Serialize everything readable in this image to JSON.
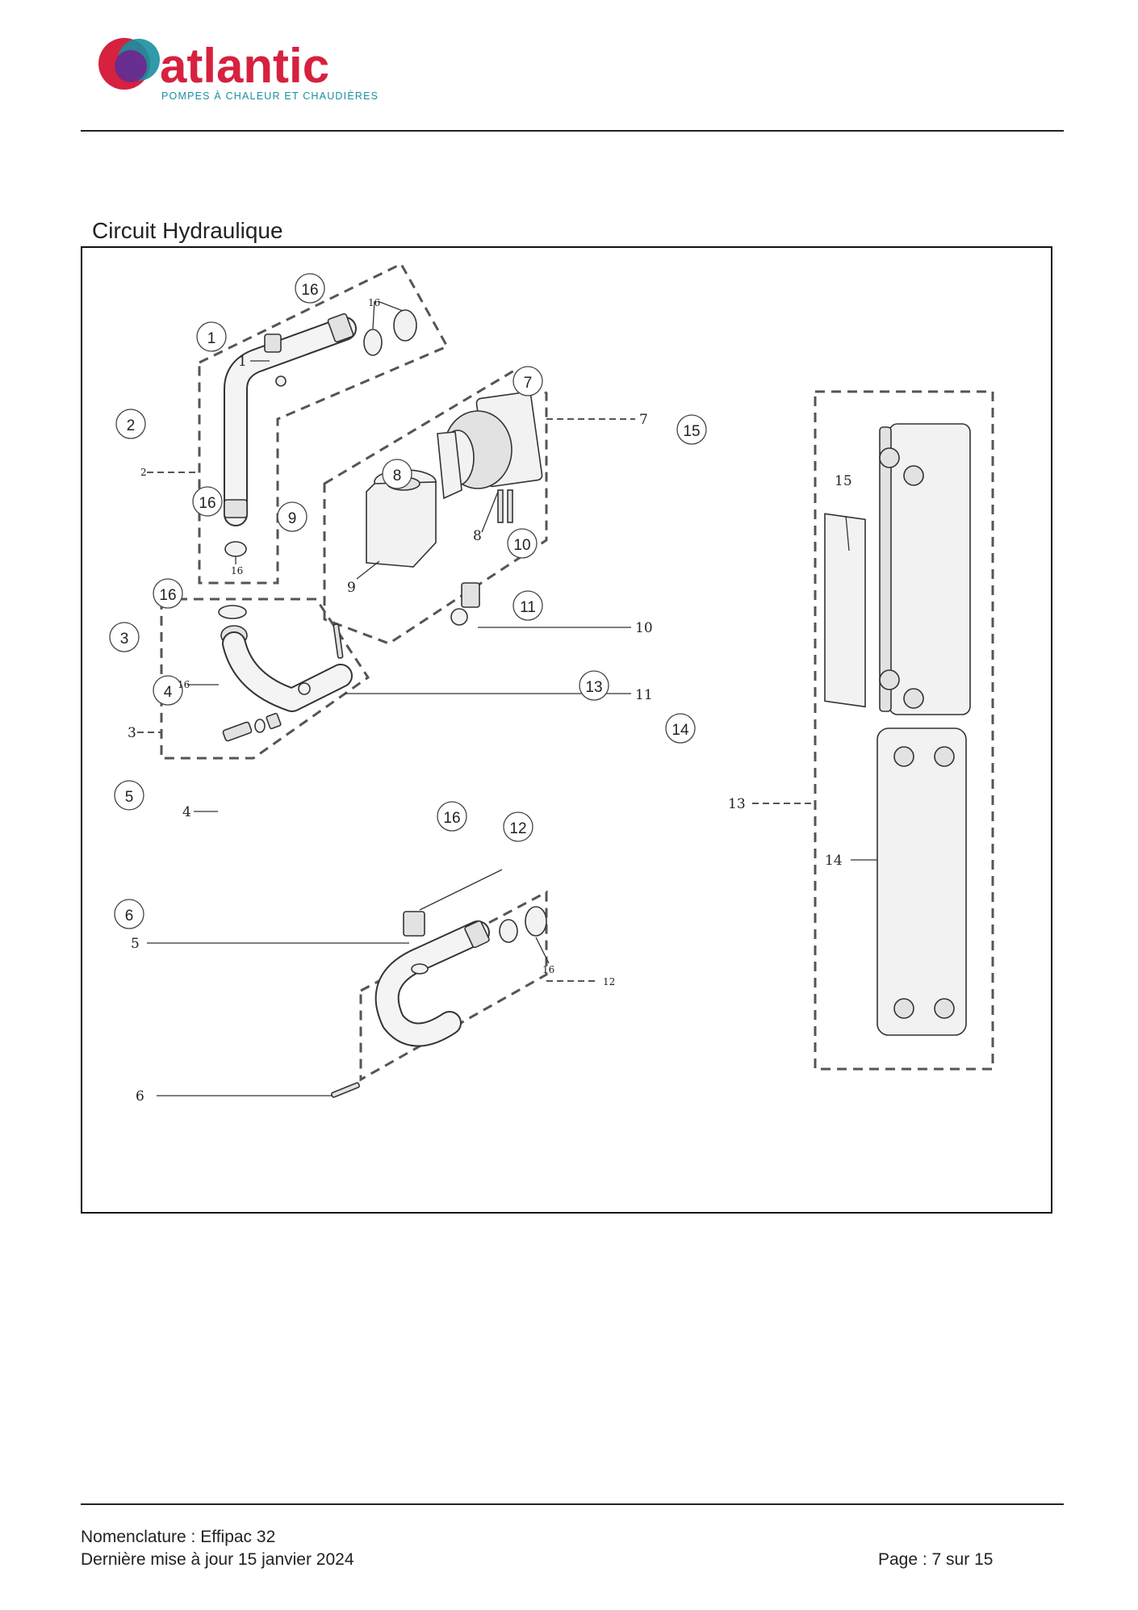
{
  "brand": {
    "name": "atlantic",
    "tagline": "POMPES À CHALEUR ET CHAUDIÈRES",
    "colors": {
      "red": "#d6213f",
      "teal": "#1a8fa0",
      "purple": "#6b2a8f",
      "blue": "#2c7fc2"
    }
  },
  "section": {
    "title": "Circuit Hydraulique"
  },
  "diagram": {
    "callouts": [
      "16",
      "1",
      "2",
      "16",
      "9",
      "16",
      "3",
      "4",
      "5",
      "7",
      "15",
      "8",
      "10",
      "11",
      "13",
      "14",
      "16",
      "12",
      "6"
    ],
    "part_labels": [
      "16",
      "1",
      "2",
      "16",
      "7",
      "8",
      "9",
      "10",
      "11",
      "16",
      "3",
      "4",
      "15",
      "13",
      "14",
      "5",
      "16",
      "12",
      "6"
    ]
  },
  "footer": {
    "nomenclature": "Nomenclature : Effipac 32",
    "updated": "Dernière mise à jour 15 janvier 2024",
    "page": "Page : 7 sur 15"
  }
}
